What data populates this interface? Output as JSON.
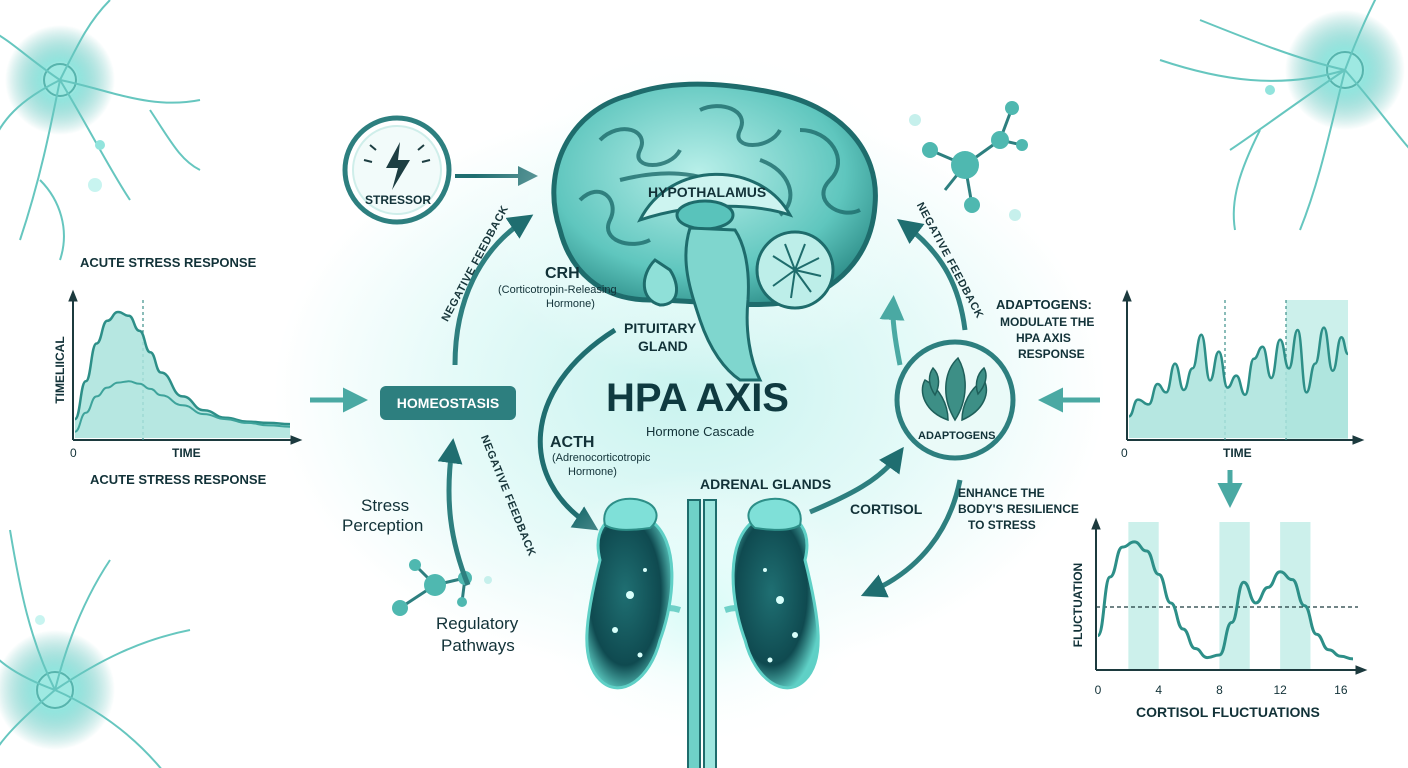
{
  "center": {
    "title": "HPA AXIS",
    "subtitle": "Hormone Cascade"
  },
  "labels": {
    "stressor": "STRESSOR",
    "hypothalamus": "HYPOTHALAMUS",
    "crh": "CRH",
    "crh_full": "(Corticotropin-Releasing Hormone)",
    "crh_full_line1": "(Corticotropin-Releasing",
    "crh_full_line2": "Hormone)",
    "pituitary_line1": "PITUITARY",
    "pituitary_line2": "GLAND",
    "acth": "ACTH",
    "acth_full_line1": "(Adrenocorticotropic",
    "acth_full_line2": "Hormone)",
    "adrenal": "ADRENAL GLANDS",
    "cortisol": "CORTISOL",
    "homeostasis": "HOMEOSTASIS",
    "negative_feedback": "NEGATIVE FEEDBACK",
    "stress_perception_line1": "Stress",
    "stress_perception_line2": "Perception",
    "regulatory_line1": "Regulatory",
    "regulatory_line2": "Pathways",
    "adaptogens": "ADAPTOGENS",
    "adaptogens_note_line1": "ADAPTOGENS:",
    "adaptogens_note_line2": "MODULATE THE",
    "adaptogens_note_line3": "HPA AXIS",
    "adaptogens_note_line4": "RESPONSE",
    "enhance_line1": "ENHANCE THE",
    "enhance_line2": "BODY'S RESILIENCE",
    "enhance_line3": "TO STRESS"
  },
  "chart_data": [
    {
      "type": "line",
      "title": "ACUTE STRESS RESPONSE",
      "caption": "ACUTE STRESS RESPONSE",
      "xlabel": "TIME",
      "ylabel": "TIMELIICAL",
      "x_tick_labels": [
        "0"
      ],
      "series": [
        {
          "x": [
            0,
            0.5,
            1,
            1.5,
            2,
            2.5,
            3,
            3.5,
            4,
            5,
            6,
            7,
            8,
            9,
            10
          ],
          "values": [
            0.15,
            0.45,
            0.75,
            0.93,
            1.0,
            0.97,
            0.85,
            0.68,
            0.52,
            0.33,
            0.22,
            0.16,
            0.13,
            0.12,
            0.11
          ]
        },
        {
          "x": [
            0,
            0.5,
            1,
            1.5,
            2,
            2.5,
            3,
            3.5,
            4,
            5,
            6,
            7,
            8,
            9,
            10
          ],
          "values": [
            0.05,
            0.2,
            0.33,
            0.4,
            0.44,
            0.45,
            0.43,
            0.39,
            0.34,
            0.26,
            0.19,
            0.15,
            0.12,
            0.1,
            0.09
          ]
        }
      ]
    },
    {
      "type": "area",
      "xlabel": "TIME",
      "x_tick_labels": [
        "0"
      ],
      "series": [
        {
          "x": [
            0,
            0.4,
            0.9,
            1.3,
            1.7,
            2.1,
            2.5,
            2.9,
            3.3,
            3.7,
            4.1,
            4.5,
            4.9,
            5.3,
            5.7,
            6.1,
            6.5,
            6.9,
            7.3,
            7.7,
            8.1,
            8.5,
            8.9,
            9.3,
            9.7,
            10
          ],
          "values": [
            0.18,
            0.32,
            0.28,
            0.45,
            0.38,
            0.62,
            0.4,
            0.58,
            0.86,
            0.48,
            0.72,
            0.42,
            0.52,
            0.36,
            0.66,
            0.76,
            0.5,
            0.82,
            0.58,
            0.9,
            0.38,
            0.62,
            0.92,
            0.56,
            0.84,
            0.7
          ]
        }
      ]
    },
    {
      "type": "line",
      "title": "CORTISOL FLUCTUATIONS",
      "ylabel": "FLUCTUATION",
      "xlim": [
        0,
        17
      ],
      "x_tick_labels": [
        "0",
        "4",
        "8",
        "12",
        "16"
      ],
      "x_ticks": [
        0,
        4,
        8,
        12,
        16
      ],
      "series": [
        {
          "x": [
            0,
            0.8,
            1.6,
            2.4,
            3.2,
            4,
            4.8,
            5.6,
            6.4,
            7.2,
            8,
            8.8,
            9.6,
            10.4,
            11.2,
            12,
            12.8,
            13.6,
            14.4,
            15.2,
            16,
            16.8
          ],
          "values": [
            0.25,
            0.7,
            0.93,
            0.97,
            0.9,
            0.72,
            0.5,
            0.3,
            0.15,
            0.08,
            0.1,
            0.35,
            0.66,
            0.5,
            0.62,
            0.74,
            0.68,
            0.48,
            0.26,
            0.14,
            0.09,
            0.07
          ]
        }
      ]
    }
  ]
}
